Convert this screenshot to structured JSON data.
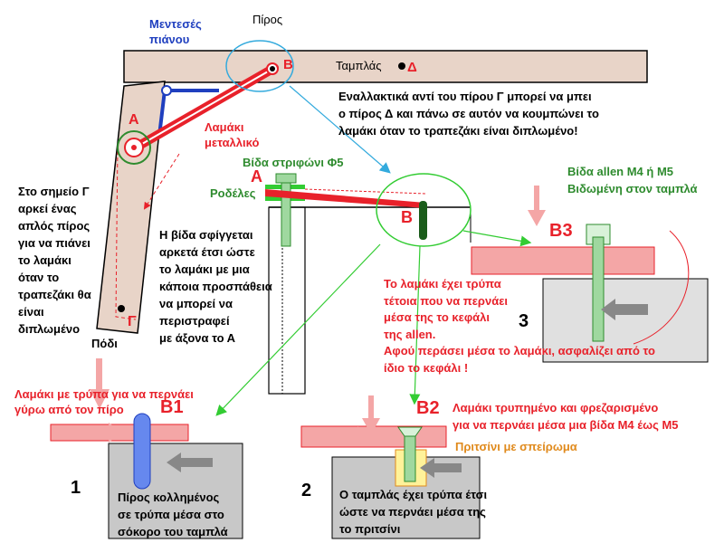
{
  "labels": {
    "hinges": "Μεντεσές\nπιάνου",
    "pin_top": "Πίρος",
    "tabletop": "Ταμπλάς",
    "delta": "Δ",
    "B_top": "B",
    "A_left": "A",
    "metal_plate": "Λαμάκι\nμεταλλικό",
    "alternative_note": "Εναλλακτικά αντί του πίρου Γ μπορεί να μπει\nο πίρος Δ και πάνω σε αυτόν να κουμπώνει το\nλαμάκι όταν το τραπεζάκι είναι διπλωμένο!",
    "screw_label": "Βίδα στριφώνι Φ5",
    "washers": "Ροδέλες",
    "A_detail": "A",
    "B_detail": "B",
    "gamma_note": "Στο σημείο Γ\nαρκεί ένας\nαπλός πίρος\nγια να πιάνει\nτο λαμάκι\nόταν το\nτραπεζάκι θα\nείναι\nδιπλωμένο",
    "leg": "Πόδι",
    "gamma": "Γ",
    "screw_note": "Η βίδα σφίγγεται\nαρκετά έτσι ώστε\nτο λαμάκι με μια\nκάποια προσπάθεια\nνα μπορεί να\nπεριστραφεί\nμε άξονα το Α",
    "allen_label": "Βίδα allen M4 ή M5\nΒιδωμένη στον ταμπλά",
    "B3": "B3",
    "allen_note": "Το λαμάκι έχει τρύπα\nτέτοια που να περνάει\nμέσα της το κεφάλι\nτης allen.\nΑφού περάσει μέσα το λαμάκι, ασφαλίζει από το\nίδιο το κεφάλι !",
    "three": "3",
    "plate_hole_note": "Λαμάκι με τρύπα για να περνάει\nγύρω από τον πίρο",
    "B1": "B1",
    "one": "1",
    "pin_note": "Πίρος κολλημένος\nσε τρύπα μέσα στο\nσόκορο του ταμπλά",
    "B2": "B2",
    "countersunk_note": "Λαμάκι τρυπημένο και φρεζαρισμένο\nγια να περνάει μέσα μια βίδα M4 έως M5",
    "insert": "Πριτσίνι με σπείρωμα",
    "two": "2",
    "tabletop_hole_note": "Ο ταμπλάς έχει τρύπα έτσι\nώστε να περνάει μέσα της\nτο πριτσίνι"
  },
  "colors": {
    "wood": "#e8d4c8",
    "wood_stroke": "#000000",
    "plate_red": "#e8212a",
    "plate_pink": "#f4a6a6",
    "blue": "#1f3fbf",
    "green": "#2e8b2e",
    "light_green": "#9fd89f",
    "grey_block": "#c8c8c8",
    "light_grey_block": "#e0e0e0",
    "cyan_arrow": "#33aadd",
    "orange": "#e08a1c"
  }
}
